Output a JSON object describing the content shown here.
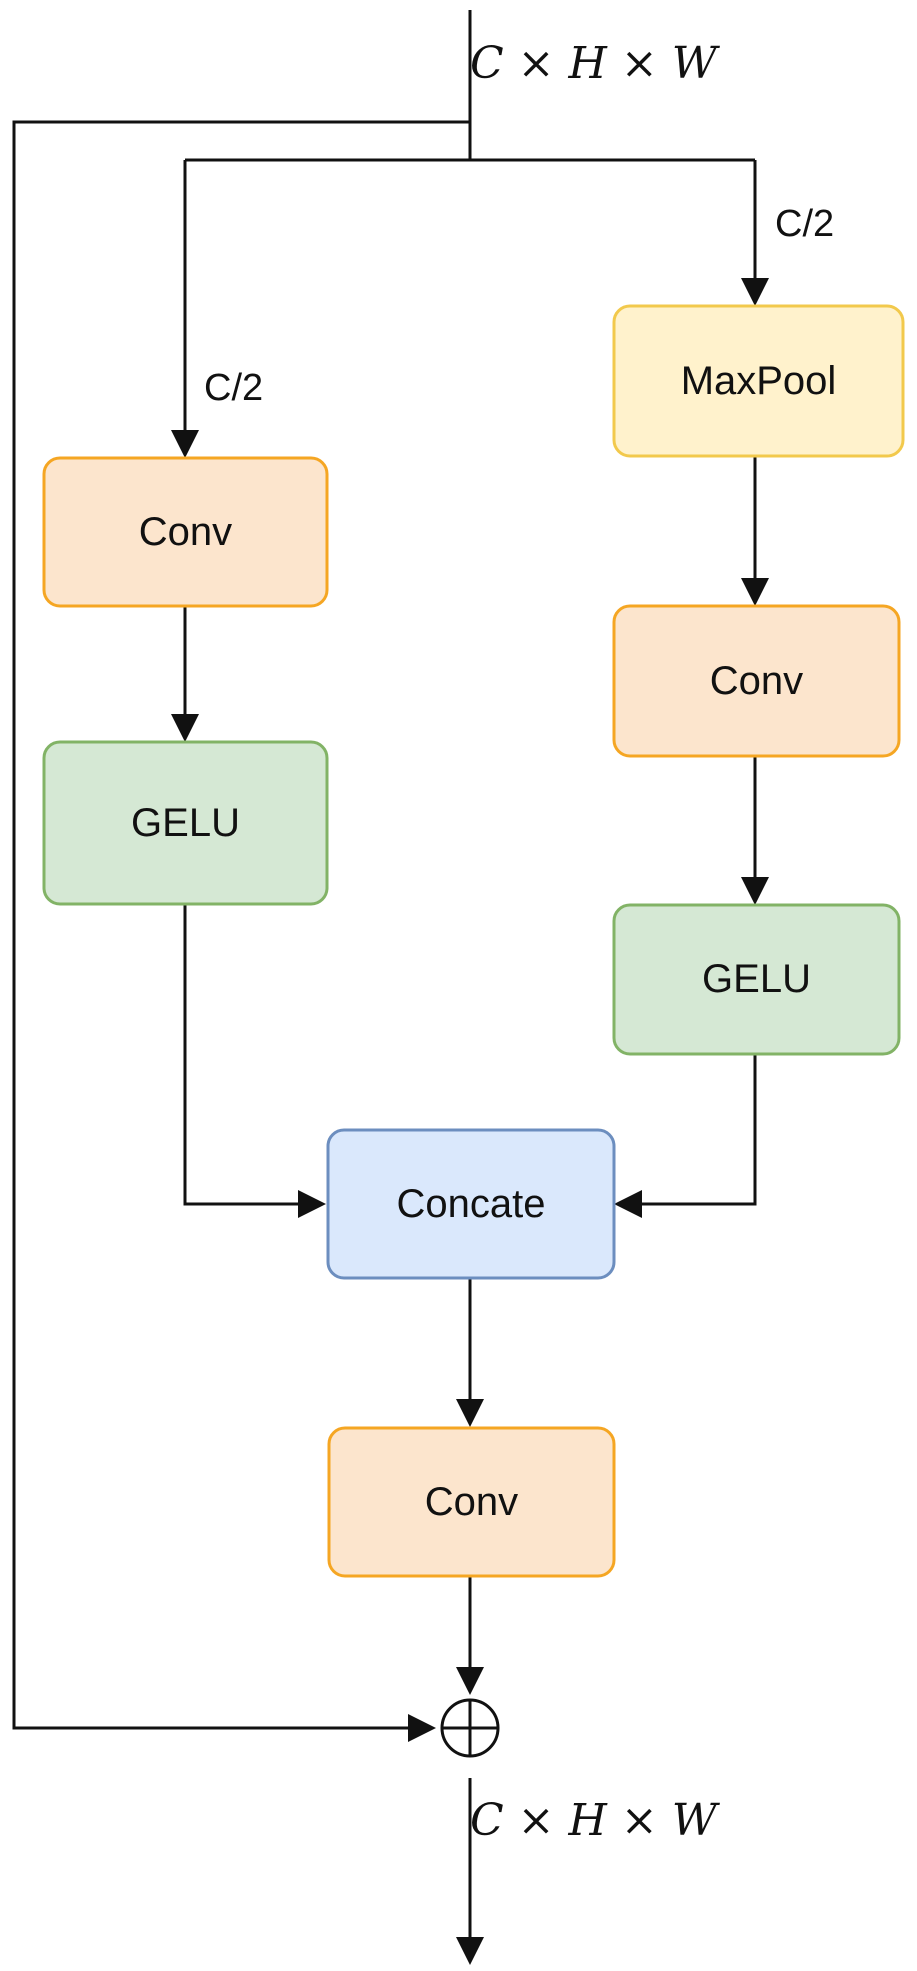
{
  "input_dim": "C × H × W",
  "output_dim": "C × H × W",
  "left_split_label": "C/2",
  "right_split_label": "C/2",
  "nodes": {
    "left_conv": "Conv",
    "left_gelu": "GELU",
    "maxpool": "MaxPool",
    "right_conv": "Conv",
    "right_gelu": "GELU",
    "concat": "Concate",
    "final_conv": "Conv"
  },
  "colors": {
    "conv_fill": "#FCE5CD",
    "conv_stroke": "#F5A623",
    "gelu_fill": "#D5E8D4",
    "gelu_stroke": "#82B366",
    "maxpool_fill": "#FFF2CC",
    "maxpool_stroke": "#F2C94C",
    "concat_fill": "#DAE8FC",
    "concat_stroke": "#6C8EBF",
    "line": "#111111"
  }
}
